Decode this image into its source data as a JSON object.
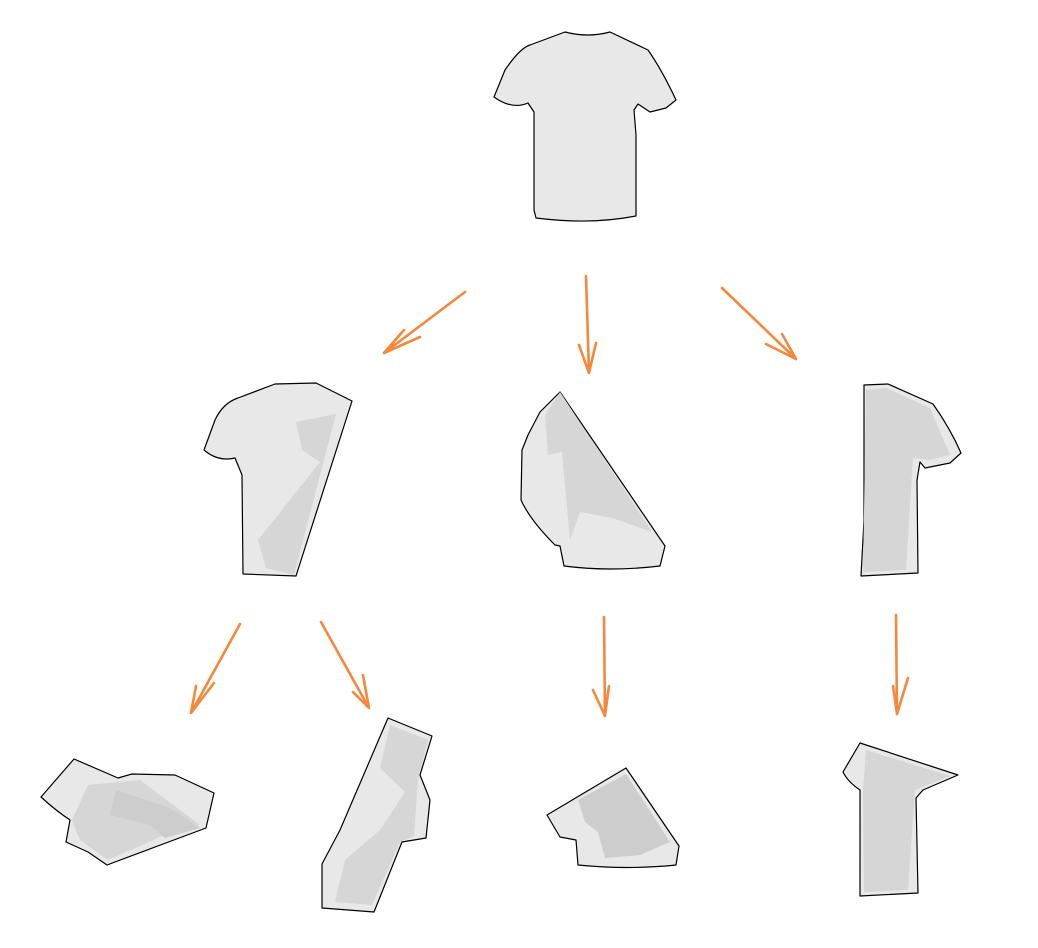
{
  "diagram": {
    "title": "",
    "description": "",
    "colors": {
      "cloth_fill": "#e8e8e8",
      "cloth_fold_shade": "#d6d6d6",
      "outline": "#000000",
      "arrow": "#f5883a",
      "background": "#ffffff"
    },
    "nodes": [
      {
        "id": "root",
        "shape": "t-shirt-flat",
        "level": 0
      },
      {
        "id": "fold-diagonal-left",
        "shape": "t-shirt-diagonal-fold",
        "level": 1
      },
      {
        "id": "fold-triangle",
        "shape": "t-shirt-triangle-fold",
        "level": 1
      },
      {
        "id": "fold-half-vertical",
        "shape": "t-shirt-half-fold",
        "level": 1
      },
      {
        "id": "rotated-crumple",
        "shape": "crumpled-rotated",
        "level": 2
      },
      {
        "id": "tilted-strip",
        "shape": "tilted-strip",
        "level": 2
      },
      {
        "id": "triangle-compact",
        "shape": "triangle-compact",
        "level": 2
      },
      {
        "id": "half-compact",
        "shape": "half-compact",
        "level": 2
      }
    ],
    "edges": [
      {
        "from": "root",
        "to": "fold-diagonal-left"
      },
      {
        "from": "root",
        "to": "fold-triangle"
      },
      {
        "from": "root",
        "to": "fold-half-vertical"
      },
      {
        "from": "fold-diagonal-left",
        "to": "rotated-crumple"
      },
      {
        "from": "fold-diagonal-left",
        "to": "tilted-strip"
      },
      {
        "from": "fold-triangle",
        "to": "triangle-compact"
      },
      {
        "from": "fold-half-vertical",
        "to": "half-compact"
      }
    ]
  }
}
